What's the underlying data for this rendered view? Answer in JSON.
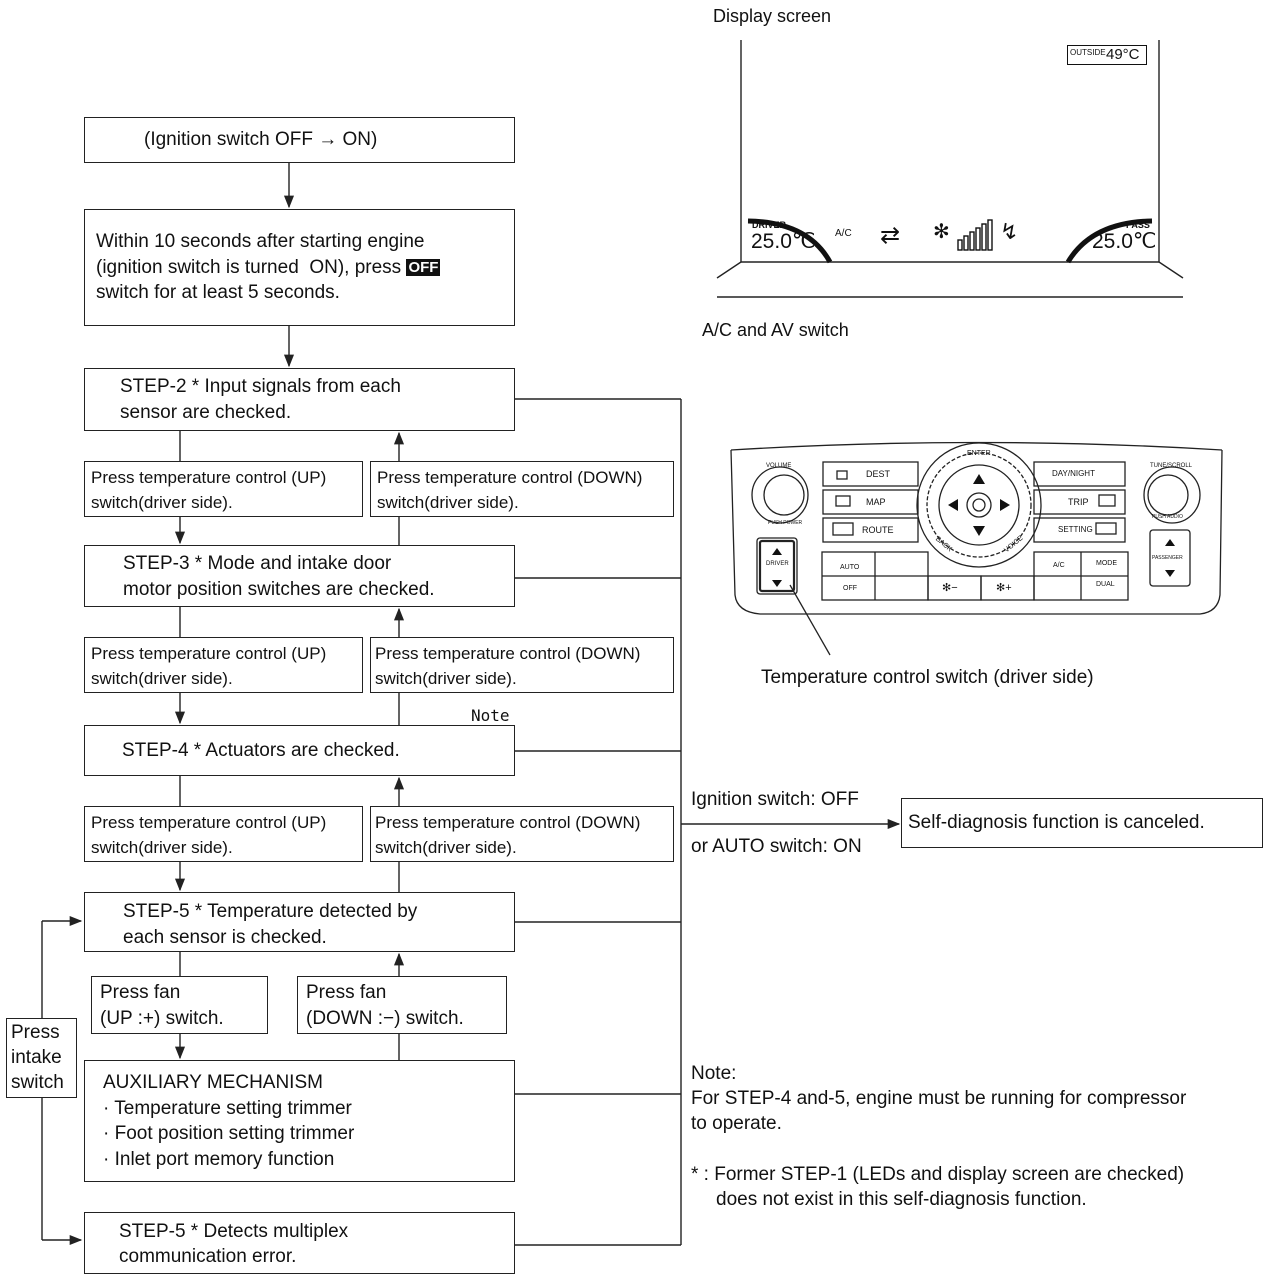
{
  "flow": {
    "ign": "(Ignition switch OFF → ON)",
    "within": {
      "line1": "Within 10 seconds after starting engine",
      "line2a": "(ignition switch is turned  ON), press ",
      "off_badge": "OFF",
      "line3": "switch for at least 5 seconds."
    },
    "step2": {
      "line1": "STEP-2 * Input signals from each",
      "line2": "sensor are checked."
    },
    "step3": {
      "line1": "STEP-3 * Mode and intake door",
      "line2": "motor position switches are checked."
    },
    "step4": {
      "line1": "STEP-4 * Actuators are checked."
    },
    "step5": {
      "line1": "STEP-5 * Temperature detected by",
      "line2": "each sensor is checked."
    },
    "aux": {
      "title": "AUXILIARY MECHANISM",
      "item1": "· Temperature setting trimmer",
      "item2": "· Foot position setting trimmer",
      "item3": "· Inlet port memory function"
    },
    "step5b": {
      "line1": "STEP-5 * Detects multiplex",
      "line2": "communication error."
    },
    "press_up": {
      "line1": "Press temperature control (UP)",
      "line2": "switch(driver side)."
    },
    "press_down": {
      "line1": "Press temperature control (DOWN)",
      "line2": "switch(driver side)."
    },
    "fan_up": {
      "line1": "Press fan",
      "line2": "(UP :+) switch."
    },
    "fan_down": {
      "line1": "Press fan",
      "line2": "(DOWN :−) switch."
    },
    "intake": {
      "line1": "Press",
      "line2": "intake",
      "line3": "switch"
    },
    "note_small": "Note",
    "ign_off": "Ignition switch: OFF",
    "auto_on": "or AUTO switch: ON",
    "cancel": "Self-diagnosis function is canceled."
  },
  "notes": {
    "title": "Note:",
    "line1": "For STEP-4 and-5, engine must be running for compressor",
    "line2": "to operate.",
    "line3": "* : Former STEP-1 (LEDs and display screen are checked)",
    "line4": "does not exist in this self-diagnosis function."
  },
  "display": {
    "label": "Display screen",
    "outside_label": "OUTSIDE",
    "outside_temp": "49°C",
    "driver_label": "DRIVER",
    "driver_temp": "25.0℃",
    "ac_label": "A/C",
    "pass_label": "PASS",
    "pass_temp": "25.0℃"
  },
  "panel": {
    "label": "A/C and AV switch",
    "caption": "Temperature control switch (driver side)",
    "volume": "VOLUME",
    "push_power": "PUSH POWER",
    "tune": "TUNE/SCROLL",
    "push_audio": "PUSH AUDIO",
    "dest": "DEST",
    "map": "MAP",
    "route": "ROUTE",
    "enter": "ENTER",
    "back": "BACK",
    "voice": "VOICE",
    "daynight": "DAY/NIGHT",
    "trip": "TRIP",
    "setting": "SETTING",
    "driver": "DRIVER",
    "passenger": "PASSENGER",
    "auto": "AUTO",
    "off": "OFF",
    "ac": "A/C",
    "mode": "MODE",
    "dual": "DUAL",
    "fan_minus": "−",
    "fan_plus": "+"
  }
}
